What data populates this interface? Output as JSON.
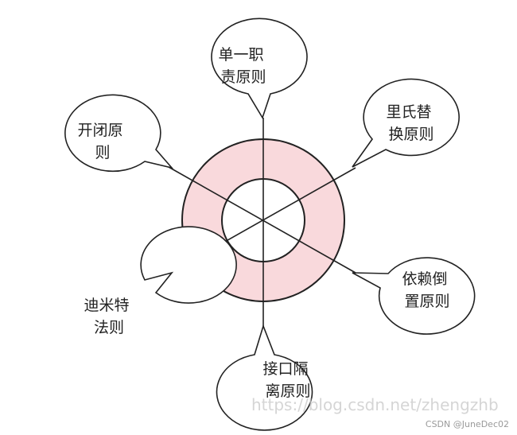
{
  "colors": {
    "ring_fill": "#f9d9dc",
    "inner_fill": "#ffffff",
    "stroke": "#222222",
    "bubble_fill": "#ffffff"
  },
  "bubbles": [
    {
      "id": "single-responsibility",
      "lines": [
        "单一职",
        "责原则"
      ]
    },
    {
      "id": "liskov-substitution",
      "lines": [
        "里氏替",
        "换原则"
      ]
    },
    {
      "id": "dependency-inversion",
      "lines": [
        "依赖倒",
        "置原则"
      ]
    },
    {
      "id": "interface-segregation",
      "lines": [
        "接口隔",
        "离原则"
      ]
    },
    {
      "id": "law-of-demeter",
      "lines": [
        "迪米特",
        "法则"
      ]
    },
    {
      "id": "open-closed",
      "lines": [
        "开闭原",
        "则"
      ]
    }
  ],
  "watermark": "https://blog.csdn.net/zhengzhb",
  "credit": "CSDN @JuneDec02"
}
